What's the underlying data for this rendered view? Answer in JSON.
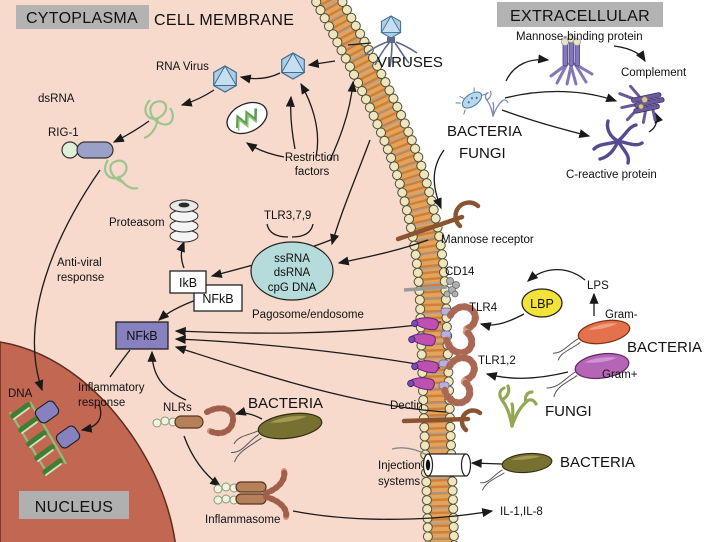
{
  "title_labels": {
    "cytoplasm": "CYTOPLASMA",
    "cell_membrane": "CELL MEMBRANE",
    "extracellular": "EXTRACELLULAR",
    "nucleus": "NUCLEUS"
  },
  "extracellular": {
    "viruses": "VIRUSES",
    "bacteria": "BACTERIA",
    "fungi": "FUNGI",
    "mannose_binding_protein": "Mannose-binding protein",
    "complement": "Complement",
    "c_reactive_protein": "C-reactive protein"
  },
  "viral_sensing": {
    "rna_virus": "RNA Virus",
    "dsrna": "dsRNA",
    "rig1": "RIG-1",
    "restriction_line1": "Restriction",
    "restriction_line2": "factors",
    "antiviral_line1": "Anti-viral",
    "antiviral_line2": "response",
    "proteasom": "Proteasom"
  },
  "endosome": {
    "tlr379": "TLR3,7,9",
    "content1": "ssRNA",
    "content2": "dsRNA",
    "content3": "cpG DNA",
    "caption": "Pagosome/endosome"
  },
  "nfkb": {
    "ikb": "IkB",
    "nfkb_cyto": "NFkB",
    "nfkb_active": "NFkB"
  },
  "membrane_receptors": {
    "mannose_receptor": "Mannose receptor",
    "cd14": "CD14",
    "tlr4": "TLR4",
    "tlr12": "TLR1,2",
    "dectin": "Dectin",
    "injection_line1": "Injection",
    "injection_line2": "systems"
  },
  "right_panel": {
    "lbp": "LBP",
    "lps": "LPS",
    "gram_minus": "Gram-",
    "gram_plus": "Gram+",
    "bacteria_mid": "BACTERIA",
    "fungi": "FUNGI",
    "bacteria_bottom": "BACTERIA",
    "il": "IL-1,IL-8"
  },
  "cytosolic": {
    "nlrs": "NLRs",
    "bacteria": "BACTERIA",
    "inflammasome": "Inflammasome",
    "inflammatory_line1": "Inflammatory",
    "inflammatory_line2": "response",
    "dna": "DNA"
  },
  "colors": {
    "cytoplasm_fill": "#f7dacc",
    "nucleus_fill": "#c26752",
    "membrane_orange": "#e2a45c",
    "label_box_gray": "#b3b3b3",
    "endosome_teal": "#b5dcda",
    "nfkb_purple": "#8781c0",
    "lbp_yellow": "#f2e23a"
  }
}
